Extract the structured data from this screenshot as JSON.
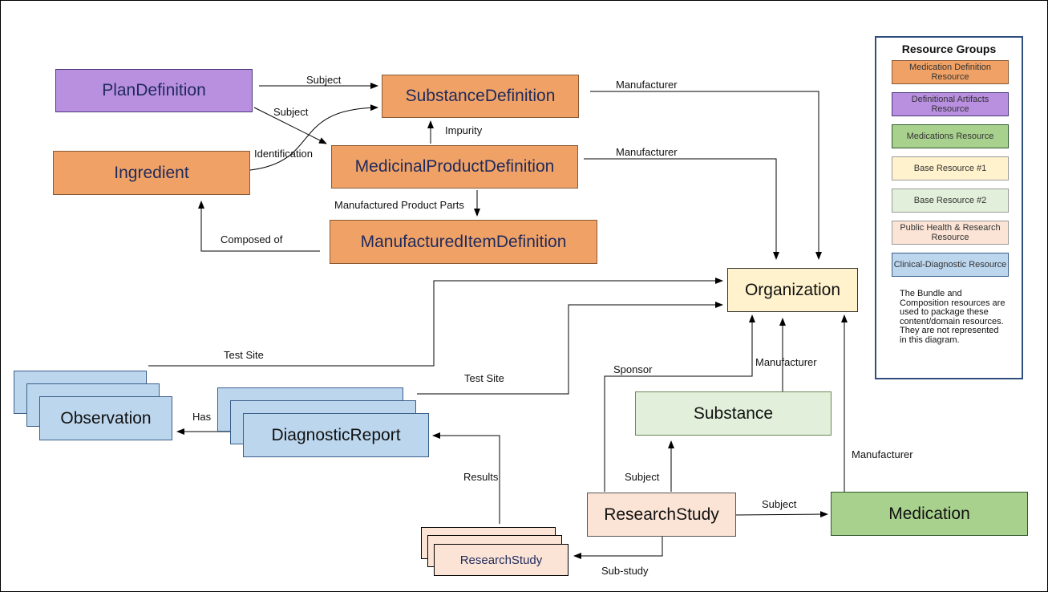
{
  "nodes": {
    "plan_definition": "PlanDefinition",
    "substance_definition": "SubstanceDefinition",
    "ingredient": "Ingredient",
    "medicinal_product_definition": "MedicinalProductDefinition",
    "manufactured_item_definition": "ManufacturedItemDefinition",
    "organization": "Organization",
    "observation": "Observation",
    "diagnostic_report": "DiagnosticReport",
    "substance": "Substance",
    "research_study": "ResearchStudy",
    "research_study_child": "ResearchStudy",
    "medication": "Medication"
  },
  "edges": {
    "subject_plan_to_substance": "Subject",
    "subject_plan_to_medicinal": "Subject",
    "identification": "Identification",
    "impurity": "Impurity",
    "manufacturer_substance_def": "Manufacturer",
    "manufacturer_medicinal": "Manufacturer",
    "manufactured_product_parts": "Manufactured Product Parts",
    "composed_of": "Composed of",
    "test_site_observation": "Test Site",
    "test_site_report": "Test Site",
    "has": "Has",
    "sponsor": "Sponsor",
    "manufacturer_substance": "Manufacturer",
    "manufacturer_medication": "Manufacturer",
    "results": "Results",
    "subject_study_to_substance": "Subject",
    "subject_study_to_medication": "Subject",
    "sub_study": "Sub-study"
  },
  "legend": {
    "title": "Resource Groups",
    "items": [
      {
        "label": "Medication Definition Resource",
        "color": "#f0a266"
      },
      {
        "label": "Definitional Artifacts Resource",
        "color": "#b98fe0"
      },
      {
        "label": "Medications Resource",
        "color": "#a9d18e"
      },
      {
        "label": "Base Resource #1",
        "color": "#fff2cc"
      },
      {
        "label": "Base Resource #2",
        "color": "#e2efda"
      },
      {
        "label": "Public Health & Research Resource",
        "color": "#fbe4d5"
      },
      {
        "label": "Clinical-Diagnostic Resource",
        "color": "#bcd6ee"
      }
    ],
    "note": "The Bundle and Composition resources are used to package these content/domain resources.  They are not represented in this diagram."
  }
}
